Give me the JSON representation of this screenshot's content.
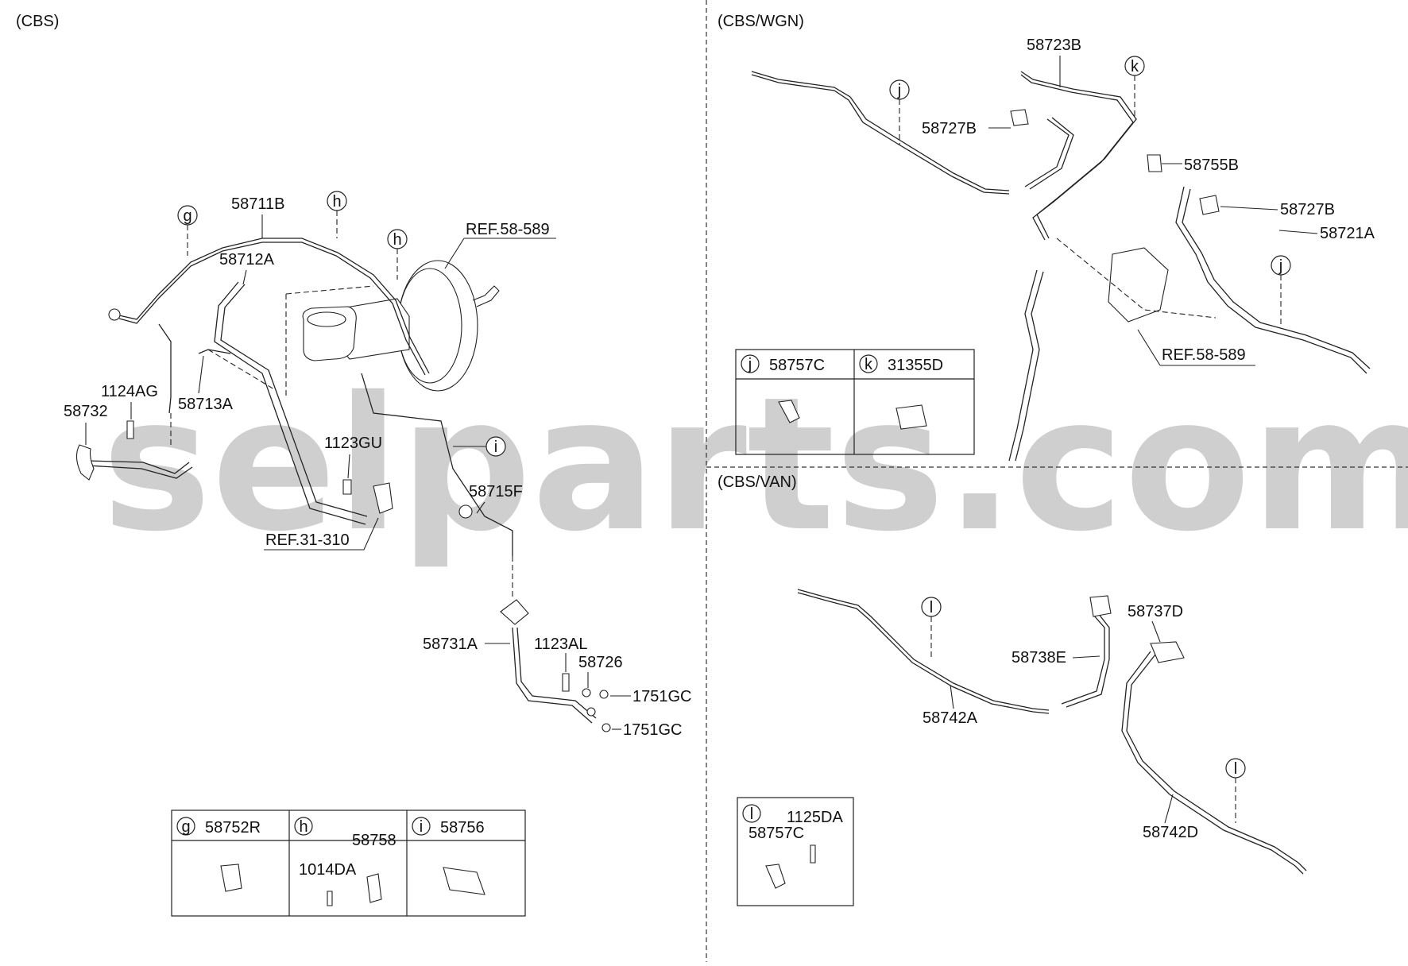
{
  "watermark": "selparts.com",
  "sections": {
    "cbs": "(CBS)",
    "cbs_wgn": "(CBS/WGN)",
    "cbs_van": "(CBS/VAN)"
  },
  "cbs_labels": {
    "p58711B": "58711B",
    "p58712A": "58712A",
    "p58713A": "58713A",
    "ref58589": "REF.58-589",
    "p1124AG": "1124AG",
    "p58732": "58732",
    "p1123GU": "1123GU",
    "ref31310": "REF.31-310",
    "p58715F": "58715F",
    "p58731A": "58731A",
    "p1123AL": "1123AL",
    "p58726": "58726",
    "p1751GC_a": "1751GC",
    "p1751GC_b": "1751GC",
    "m_g": "g",
    "m_h1": "h",
    "m_h2": "h",
    "m_i": "i"
  },
  "cbs_table": [
    {
      "marker": "g",
      "parts": [
        "58752R"
      ]
    },
    {
      "marker": "h",
      "parts": [
        "58758",
        "1014DA"
      ]
    },
    {
      "marker": "i",
      "parts": [
        "58756"
      ]
    }
  ],
  "wgn_labels": {
    "p58723B": "58723B",
    "p58727B_a": "58727B",
    "p58755B": "58755B",
    "p58727B_b": "58727B",
    "p58721A": "58721A",
    "ref58589": "REF.58-589",
    "m_j1": "j",
    "m_k": "k",
    "m_j2": "j"
  },
  "wgn_table": [
    {
      "marker": "j",
      "parts": [
        "58757C"
      ]
    },
    {
      "marker": "k",
      "parts": [
        "31355D"
      ]
    }
  ],
  "van_labels": {
    "p58737D": "58737D",
    "p58738E": "58738E",
    "p58742A": "58742A",
    "p58742D": "58742D",
    "m_l1": "l",
    "m_l2": "l"
  },
  "van_table": {
    "marker": "l",
    "parts": [
      "1125DA",
      "58757C"
    ]
  }
}
